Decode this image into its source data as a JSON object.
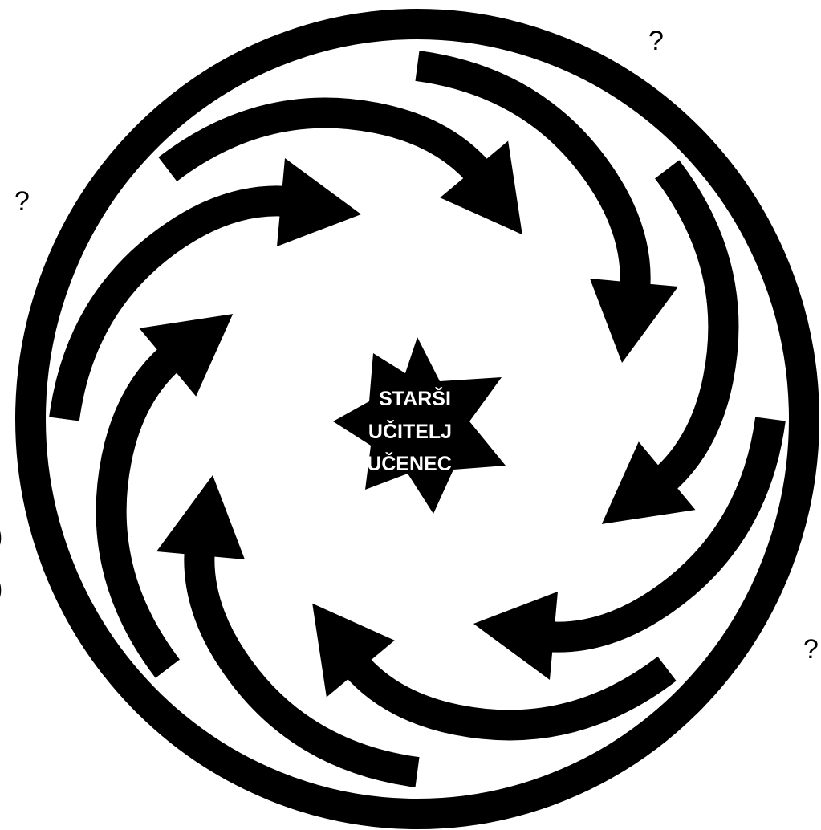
{
  "colors": {
    "ink": "#000000",
    "paper": "#ffffff"
  },
  "center_star": {
    "lines": [
      "STARŠI",
      "UČITELJ",
      "UČENEC"
    ]
  },
  "question_marks": [
    "?",
    "?",
    "?"
  ],
  "arrows": {
    "count": 8,
    "icon": "curved-arrow-icon"
  },
  "edge_marks": [
    ")",
    ")"
  ]
}
